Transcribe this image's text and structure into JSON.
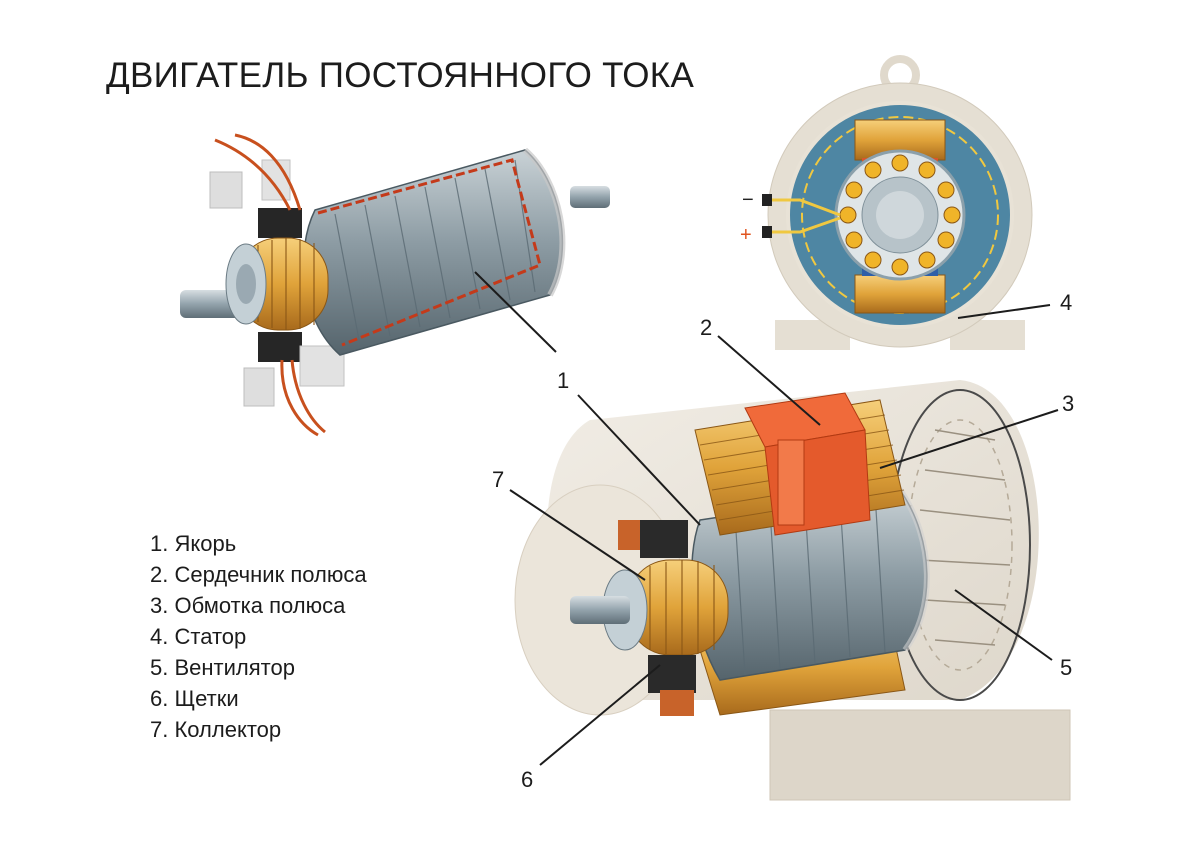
{
  "title": "ДВИГАТЕЛЬ ПОСТОЯННОГО ТОКА",
  "legend": [
    {
      "num": "1.",
      "label": "Якорь"
    },
    {
      "num": "2.",
      "label": "Сердечник полюса"
    },
    {
      "num": "3.",
      "label": "Обмотка полюса"
    },
    {
      "num": "4.",
      "label": "Статор"
    },
    {
      "num": "5.",
      "label": "Вентилятор"
    },
    {
      "num": "6.",
      "label": "Щетки"
    },
    {
      "num": "7.",
      "label": "Коллектор"
    }
  ],
  "callouts": {
    "c1": "1",
    "c2": "2",
    "c3": "3",
    "c4": "4",
    "c5": "5",
    "c6": "6",
    "c7": "7"
  },
  "polarity": {
    "minus": "−",
    "plus": "+"
  },
  "colors": {
    "copper": "#e0a33a",
    "core_red": "#e45a2c",
    "steel": "#7d8f9a",
    "stator_blue": "#4e86a3",
    "housing": "#e7e1d6"
  }
}
